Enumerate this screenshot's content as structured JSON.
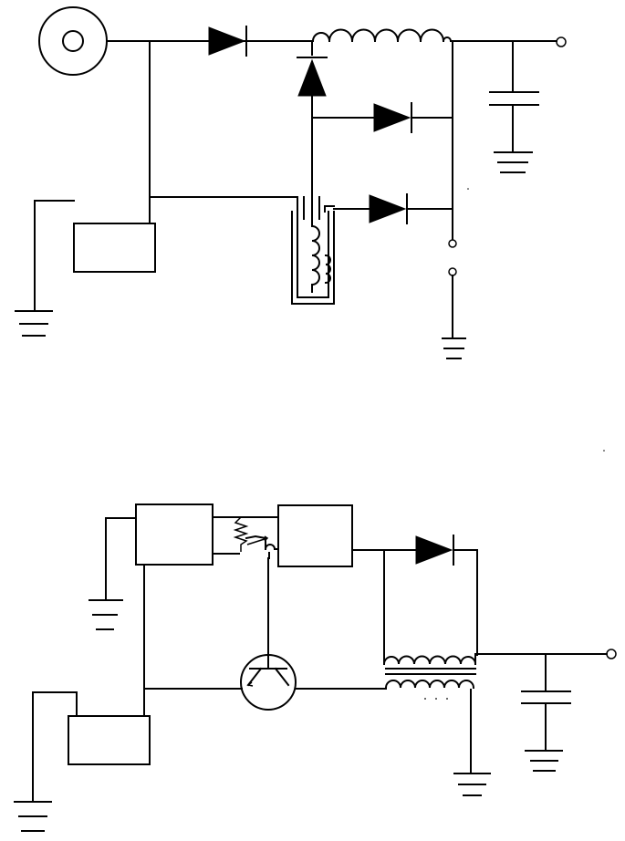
{
  "figure": {
    "title": "",
    "upper_circuit": {
      "components": [
        "signal-source",
        "diode",
        "inductor-coil",
        "capacitor",
        "control-box",
        "solenoid-coil",
        "switch",
        "ground"
      ]
    },
    "lower_circuit": {
      "components": [
        "control-box",
        "variable-resistor",
        "logic-box",
        "transistor",
        "transformer",
        "diode",
        "capacitor",
        "ground"
      ]
    }
  }
}
